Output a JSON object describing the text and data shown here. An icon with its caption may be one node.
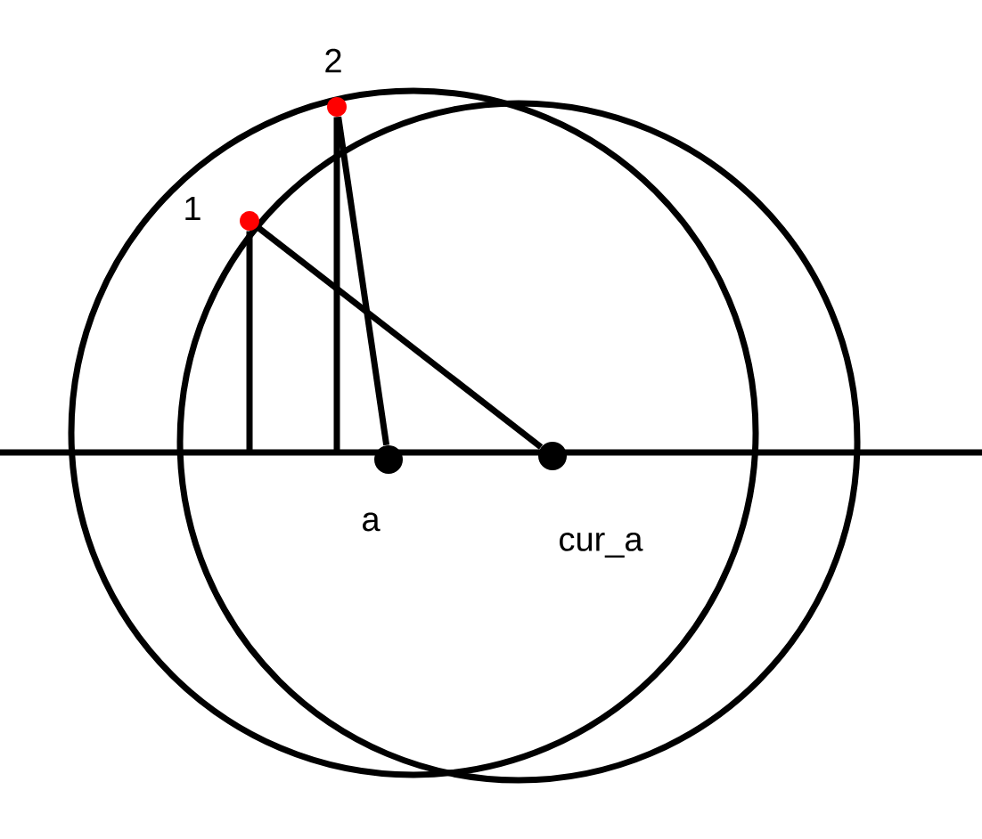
{
  "diagram": {
    "nodes": [
      {
        "text": [],
        "shape": "circle",
        "beside": [
          "1"
        ]
      },
      {
        "text": [],
        "shape": "circle",
        "beside": [
          "2"
        ]
      },
      {
        "text": [],
        "shape": "circle",
        "beside": [
          "a"
        ]
      },
      {
        "text": [],
        "shape": "circle",
        "beside": [
          "cur_a"
        ]
      }
    ],
    "edges": [
      {
        "from": 0,
        "to": 3,
        "arrow": "none"
      },
      {
        "from": 1,
        "to": 2,
        "arrow": "none"
      },
      {
        "from": 0,
        "to": null,
        "arrow": "none"
      },
      {
        "from": 1,
        "to": null,
        "arrow": "none"
      }
    ]
  }
}
